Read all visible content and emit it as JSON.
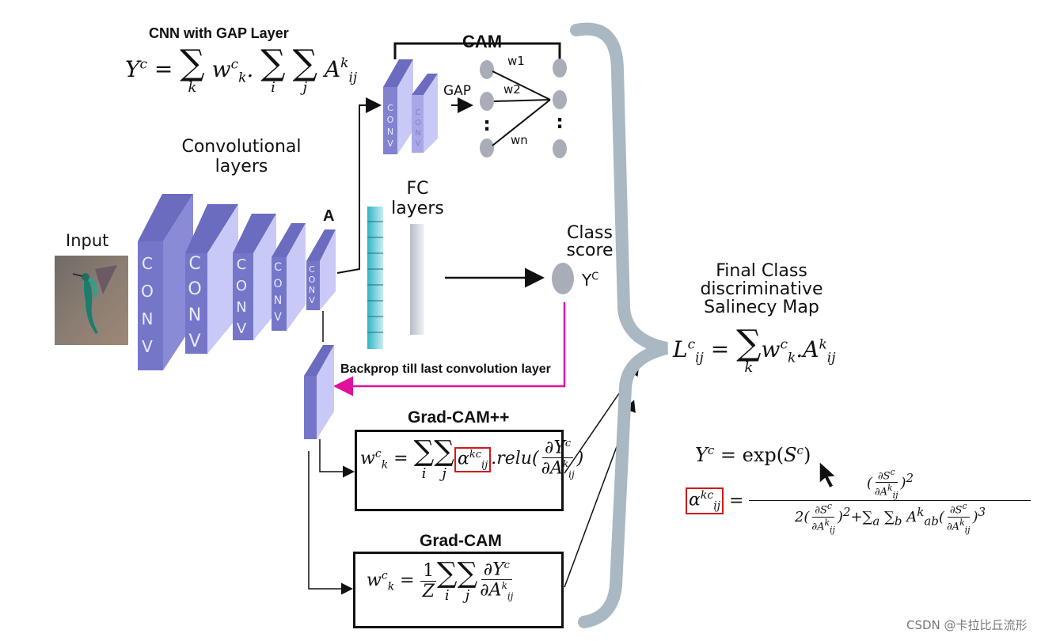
{
  "labels": {
    "cnn_gap_title": "CNN with GAP Layer",
    "cam_title": "CAM",
    "gap": "GAP",
    "w1": "w1",
    "w2": "w2",
    "wn": "wn",
    "conv_layers_line1": "Convolutional",
    "conv_layers_line2": "layers",
    "fc_line1": "FC",
    "fc_line2": "layers",
    "a_label": "A",
    "input": "Input",
    "class_score_line1": "Class",
    "class_score_line2": "score",
    "yc_node": "Y",
    "yc_sup": "C",
    "backprop": "Backprop till last convolution layer",
    "gradcampp_title": "Grad-CAM++",
    "gradcam_title": "Grad-CAM",
    "final_line1": "Final Class",
    "final_line2": "discriminative",
    "final_line3": "Salinecy Map",
    "watermark": "CSDN @卡拉比丘流形",
    "conv_letters": "CONV"
  },
  "colors": {
    "conv_front": "#c9c9f7",
    "conv_side": "#6b6bbf",
    "backprop_arrow": "#e0109a",
    "brace": "#a9b8c2",
    "node": "#a8adb8",
    "fc_teal": "#45c3cf",
    "highlight_box": "#d0191b"
  }
}
